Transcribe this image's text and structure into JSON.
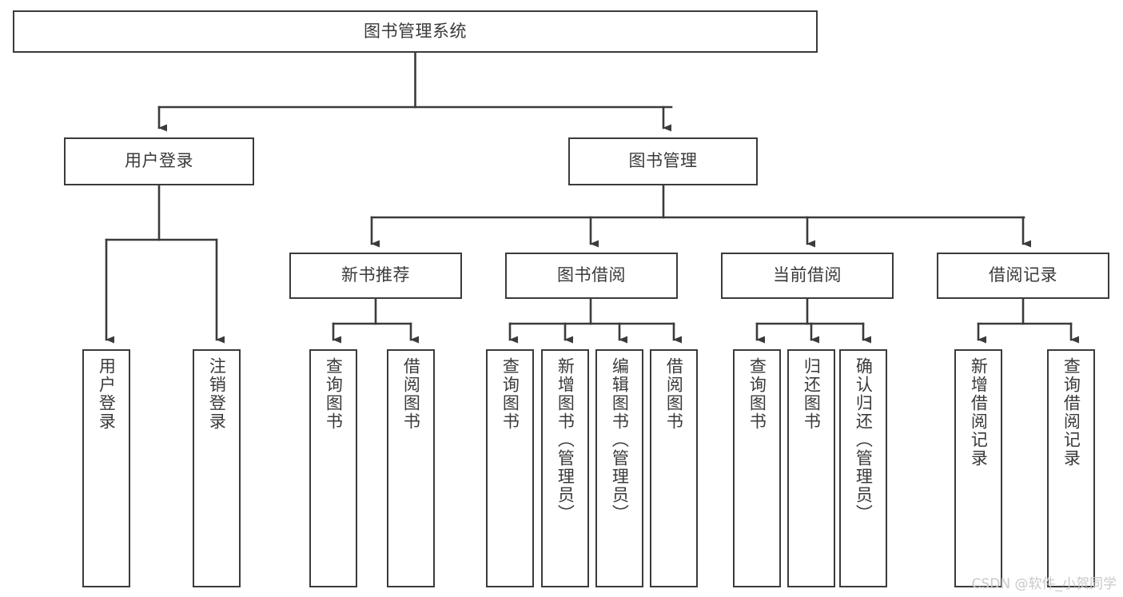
{
  "diagram": {
    "title": "图书管理系统",
    "type": "tree-hierarchy-chart",
    "orientation": "top-down",
    "stroke_color": "#3b3b3b",
    "fill_color": "#ffffff",
    "text_color": "#3a3a3a",
    "watermark": "CSDN @软件_小贺同学"
  },
  "nodes": {
    "root": {
      "label": "图书管理系统"
    },
    "level2": [
      {
        "label": "用户登录"
      },
      {
        "label": "图书管理"
      }
    ],
    "level3": [
      {
        "label": "新书推荐"
      },
      {
        "label": "图书借阅"
      },
      {
        "label": "当前借阅"
      },
      {
        "label": "借阅记录"
      }
    ],
    "leaves_user_login": [
      {
        "label": "用户登录"
      },
      {
        "label": "注销登录"
      }
    ],
    "leaves_new_books": [
      {
        "label": "查询图书"
      },
      {
        "label": "借阅图书"
      }
    ],
    "leaves_borrow": [
      {
        "label": "查询图书"
      },
      {
        "label": "新增图书（管理员）"
      },
      {
        "label": "编辑图书（管理员）"
      },
      {
        "label": "借阅图书"
      }
    ],
    "leaves_current": [
      {
        "label": "查询图书"
      },
      {
        "label": "归还图书"
      },
      {
        "label": "确认归还（管理员）"
      }
    ],
    "leaves_records": [
      {
        "label": "新增借阅记录"
      },
      {
        "label": "查询借阅记录"
      }
    ]
  }
}
